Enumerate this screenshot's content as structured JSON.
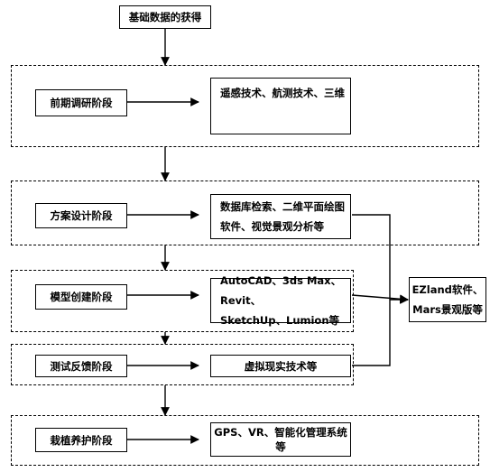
{
  "top_node": "基础数据的获得",
  "stages": [
    {
      "label": "前期调研阶段",
      "tools": [
        "遥感技术、航测技术、三维"
      ]
    },
    {
      "label": "方案设计阶段",
      "tools": [
        "数据库检索、二维平面绘图",
        "软件、视觉景观分析等"
      ]
    },
    {
      "label": "模型创建阶段",
      "tools": [
        "AutoCAD、3ds Max、Revit、",
        "SketchUp、Lumion等"
      ]
    },
    {
      "label": "测试反馈阶段",
      "tools": [
        "虚拟现实技术等"
      ]
    },
    {
      "label": "栽植养护阶段",
      "tools": [
        "GPS、VR、智能化管理系统等"
      ]
    }
  ],
  "side_node": [
    "EZland软件、",
    "Mars景观版等"
  ]
}
